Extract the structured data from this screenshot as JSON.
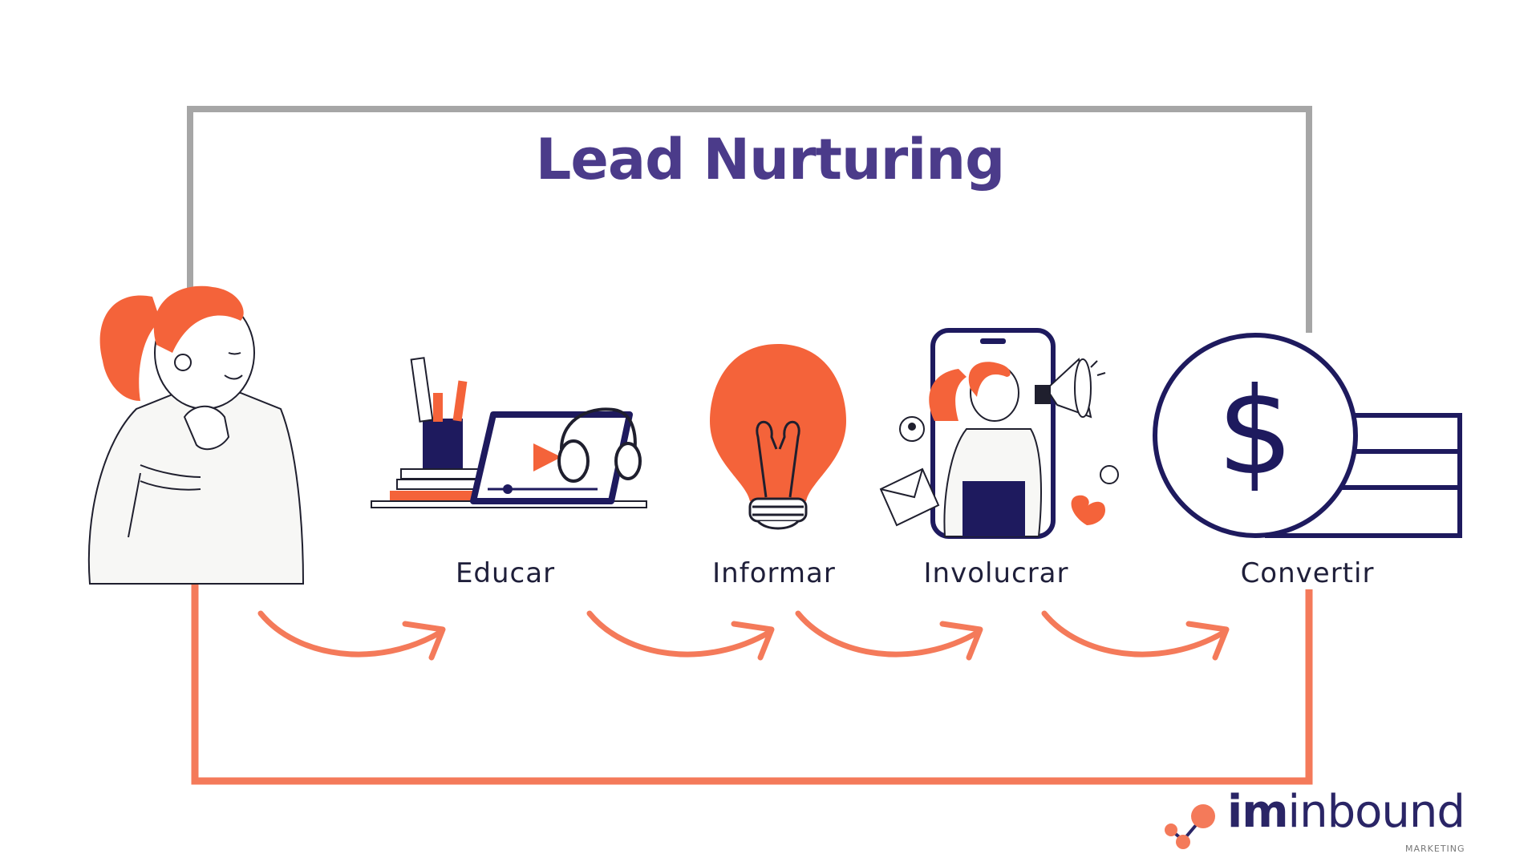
{
  "title": "Lead Nurturing",
  "steps": [
    {
      "label": "Educar"
    },
    {
      "label": "Informar"
    },
    {
      "label": "Involucrar"
    },
    {
      "label": "Convertir"
    }
  ],
  "brand": {
    "name_bold": "im",
    "name_light": "inbound",
    "tagline": "MARKETING"
  },
  "colors": {
    "title": "#4b3b8a",
    "accent_orange": "#f4633a",
    "arrow_orange": "#f47a5a",
    "outline_navy": "#1e1a5e",
    "loop_gray": "#a6a6a6"
  },
  "icons": [
    "woman-thinking-icon",
    "tablet-study-icon",
    "lightbulb-icon",
    "phone-megaphone-icon",
    "dollar-coin-icon"
  ]
}
